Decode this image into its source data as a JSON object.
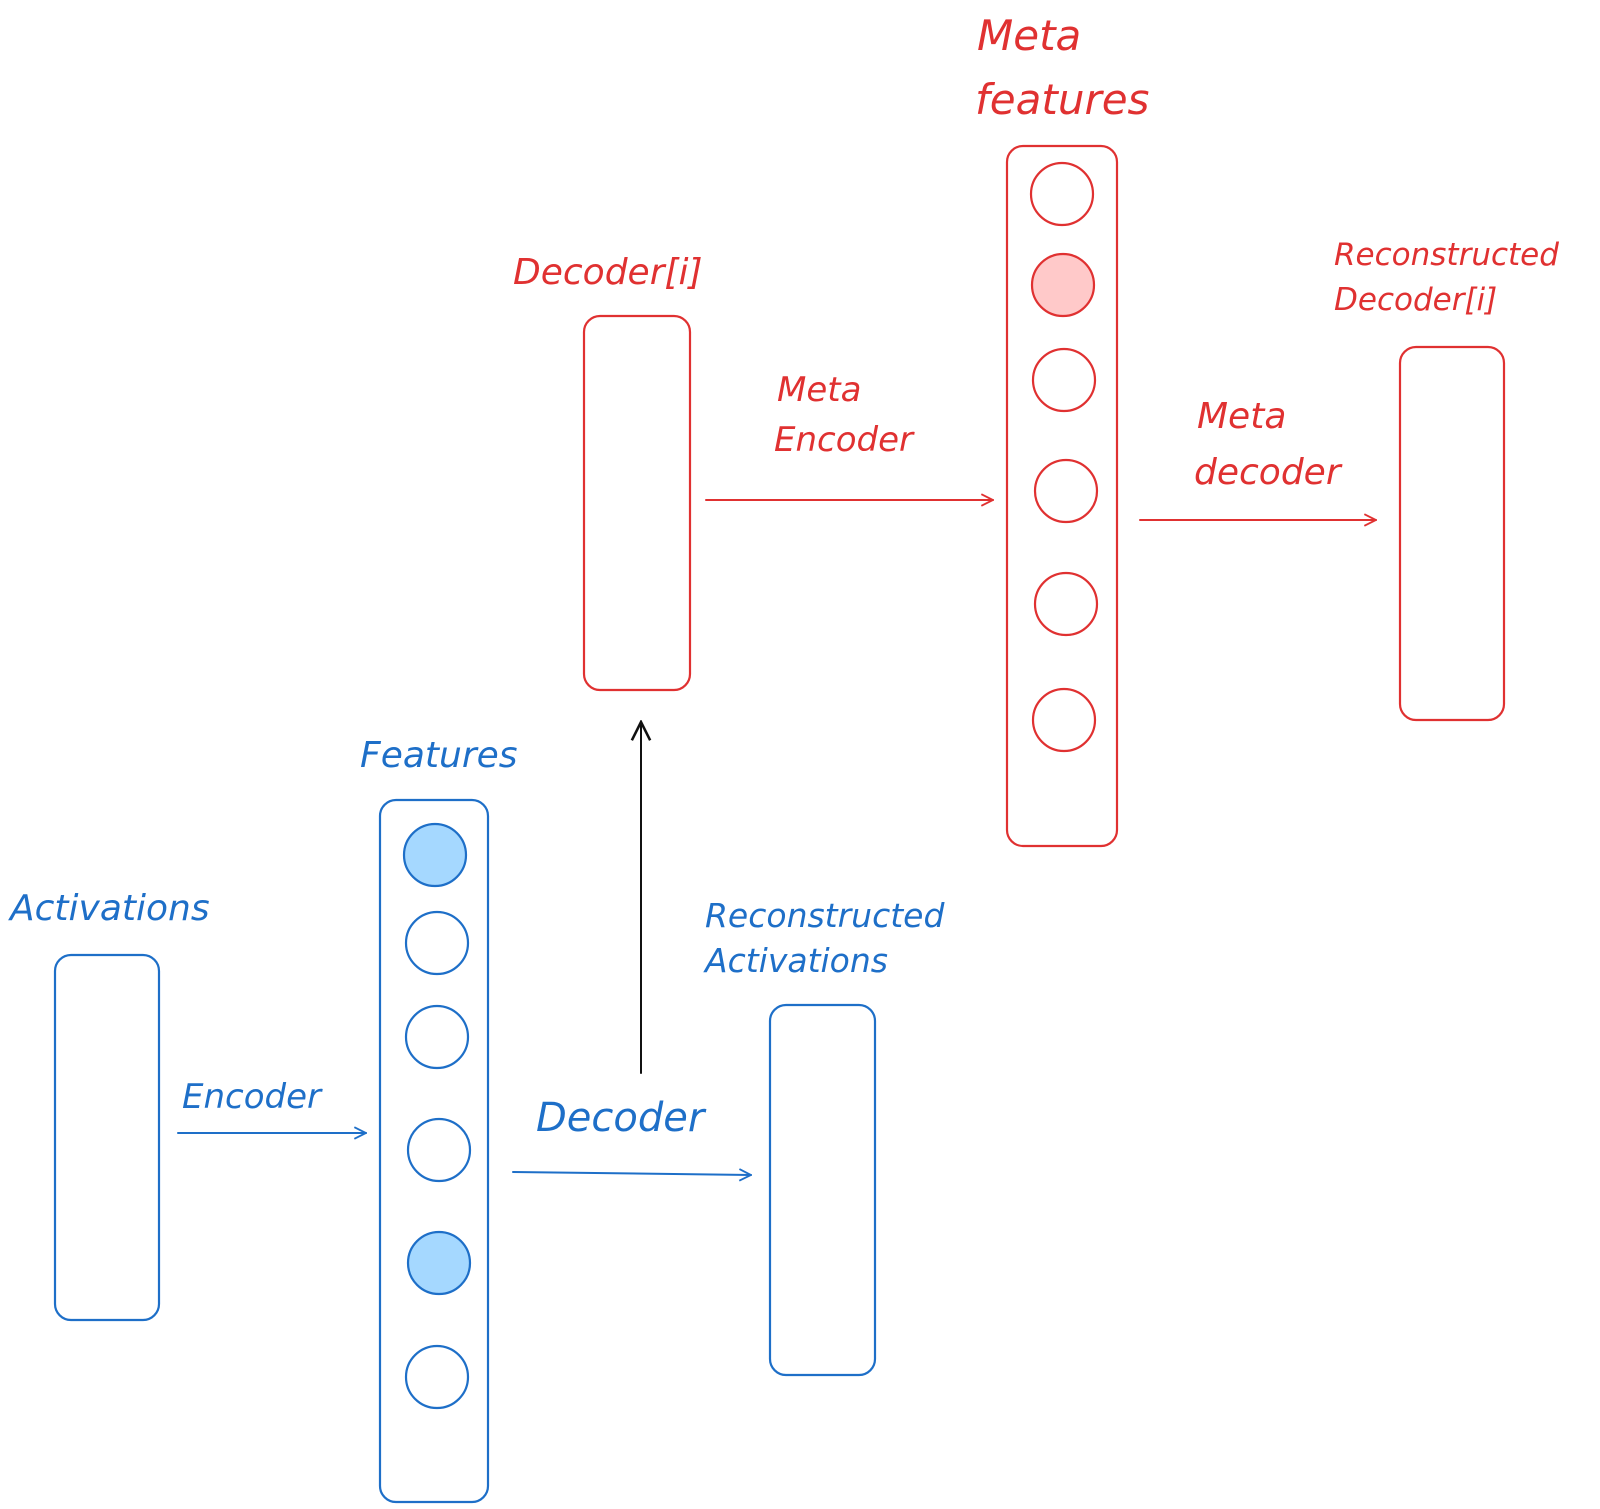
{
  "colors": {
    "base_stroke": "#1e6fc8",
    "base_fill_active": "#a5d8ff",
    "meta_stroke": "#e03131",
    "meta_fill_active": "#ffc9c9",
    "link_stroke": "#111111"
  },
  "base_sae": {
    "activations_label": "Activations",
    "encoder_label": "Encoder",
    "features_label": "Features",
    "decoder_label": "Decoder",
    "reconstructed_label_line1": "Reconstructed",
    "reconstructed_label_line2": "Activations",
    "features_active": [
      true,
      false,
      false,
      false,
      true,
      false
    ]
  },
  "meta_sae": {
    "input_label": "Decoder[i]",
    "encoder_label_line1": "Meta",
    "encoder_label_line2": "Encoder",
    "features_label_line1": "Meta",
    "features_label_line2": "features",
    "decoder_label_line1": "Meta",
    "decoder_label_line2": "decoder",
    "reconstructed_label_line1": "Reconstructed",
    "reconstructed_label_line2": "Decoder[i]",
    "features_active": [
      false,
      true,
      false,
      false,
      false,
      false
    ]
  }
}
